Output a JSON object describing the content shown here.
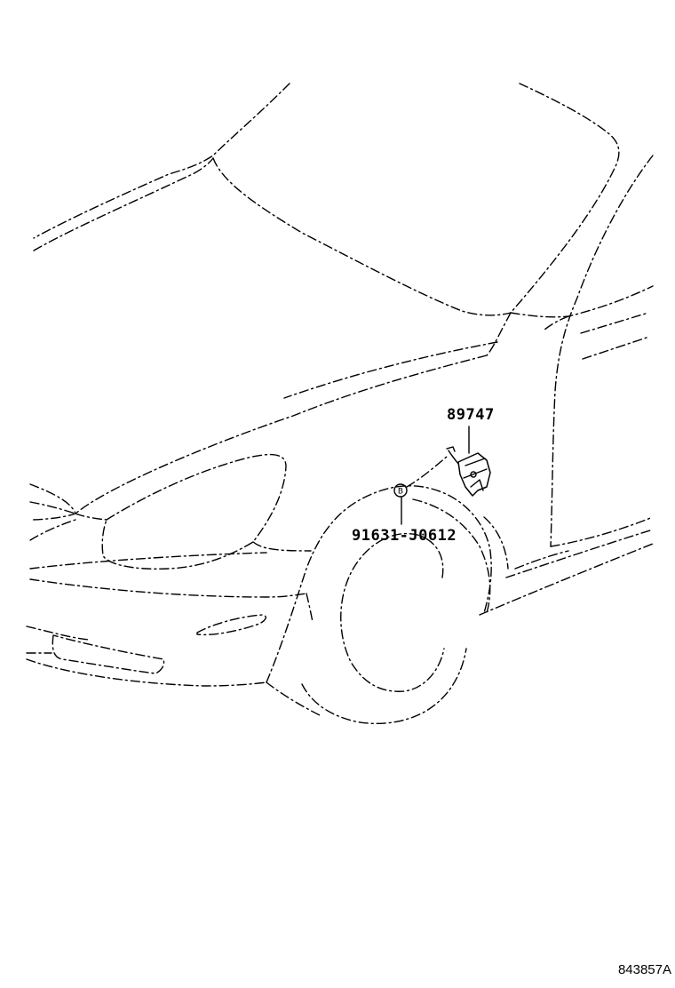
{
  "diagram": {
    "parts": [
      {
        "part_number": "89747",
        "item": "sensor"
      },
      {
        "part_number": "91631-J0612",
        "item": "screw"
      }
    ],
    "bolt_mark": "B",
    "diagram_code": "843857A"
  }
}
